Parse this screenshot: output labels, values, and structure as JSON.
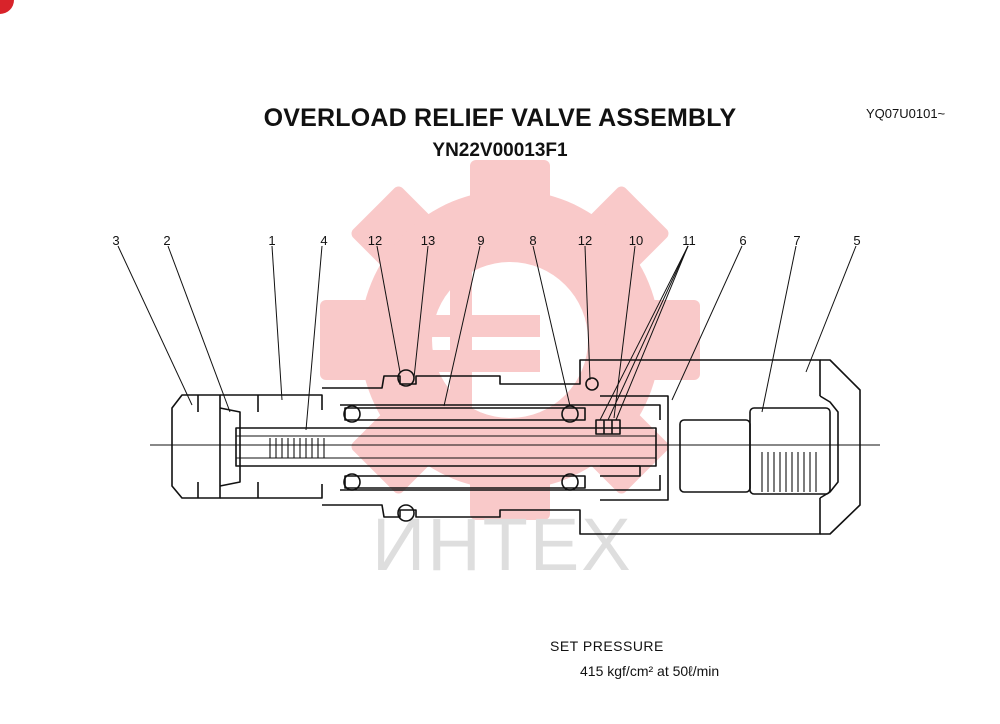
{
  "header": {
    "title": "OVERLOAD RELIEF VALVE ASSEMBLY",
    "subtitle": "YN22V00013F1",
    "code": "YQ07U0101~"
  },
  "watermark": {
    "text": "ИНТЕХ",
    "color": "#f7c3c3"
  },
  "callouts": [
    "3",
    "2",
    "1",
    "4",
    "12",
    "13",
    "9",
    "8",
    "12",
    "10",
    "11",
    "6",
    "7",
    "5"
  ],
  "footer": {
    "set_pressure_label": "SET PRESSURE",
    "set_pressure_value": "415 kgf/cm² at 50ℓ/min"
  },
  "colors": {
    "accent": "#d8232a",
    "ink": "#111111"
  }
}
